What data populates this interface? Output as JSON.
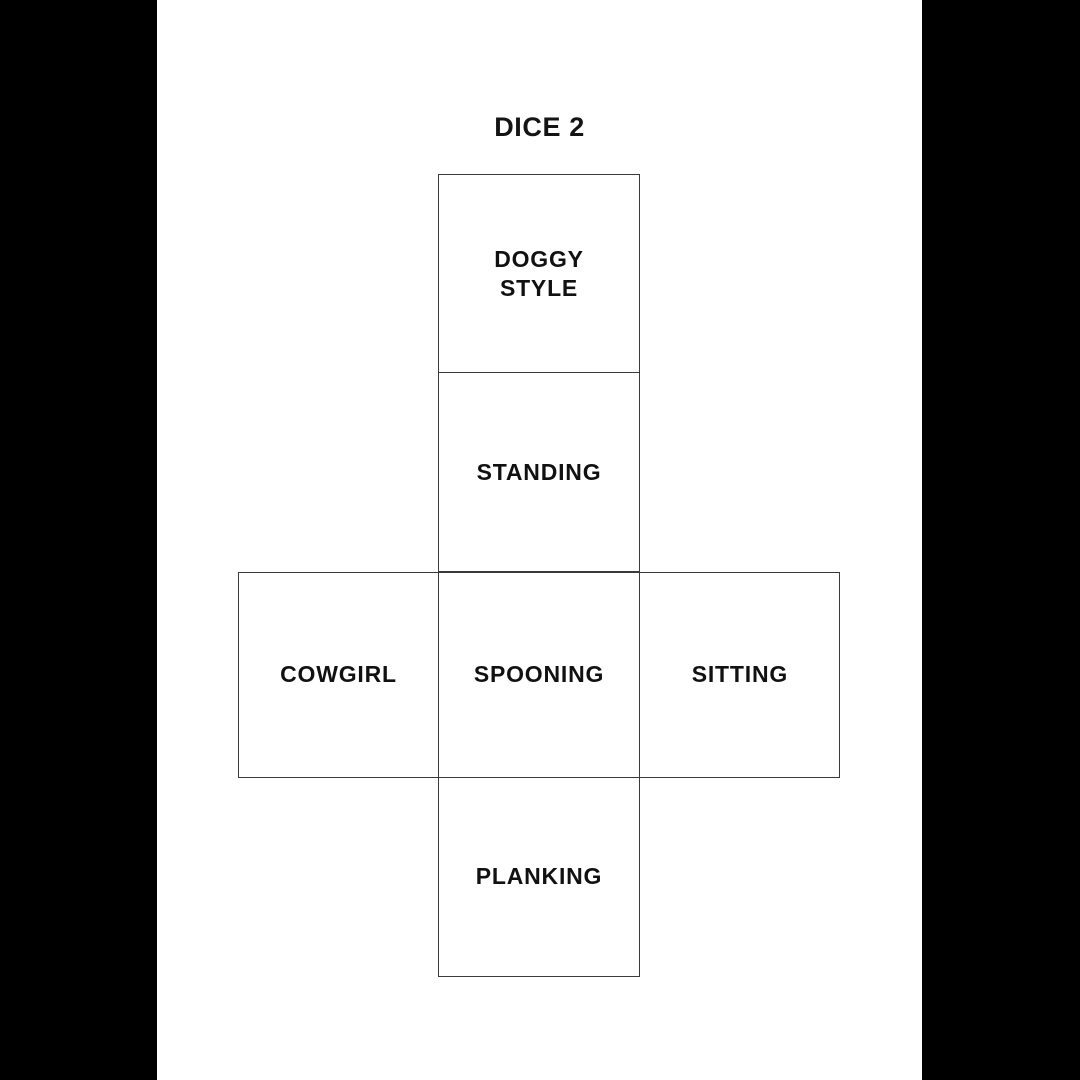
{
  "page": {
    "title": "DICE 2",
    "background_color": "#ffffff",
    "letterbox_color": "#000000",
    "line_color": "#3a3a3a",
    "text_color": "#111111"
  },
  "dice_net": {
    "shape": "cross",
    "faces": [
      {
        "position": "top",
        "label": "DOGGY\nSTYLE",
        "lines": [
          "DOGGY",
          "STYLE"
        ]
      },
      {
        "position": "upper-middle",
        "label": "STANDING",
        "lines": [
          "STANDING"
        ]
      },
      {
        "position": "middle-left",
        "label": "COWGIRL",
        "lines": [
          "COWGIRL"
        ]
      },
      {
        "position": "middle-center",
        "label": "SPOONING",
        "lines": [
          "SPOONING"
        ]
      },
      {
        "position": "middle-right",
        "label": "SITTING",
        "lines": [
          "SITTING"
        ]
      },
      {
        "position": "bottom",
        "label": "PLANKING",
        "lines": [
          "PLANKING"
        ]
      }
    ]
  }
}
